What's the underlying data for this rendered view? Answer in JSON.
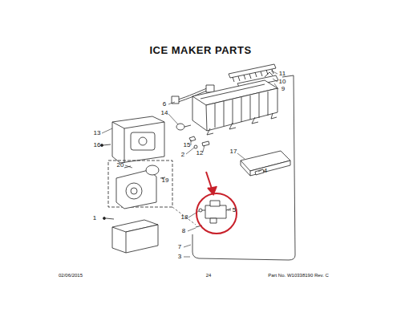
{
  "diagram": {
    "title": "ICE MAKER PARTS",
    "labels": [
      "11",
      "10",
      "9",
      "6",
      "14",
      "13",
      "16",
      "15",
      "12",
      "2",
      "17",
      "4",
      "20",
      "19",
      "5",
      "1",
      "18",
      "8",
      "7",
      "3",
      "02/06/2015",
      "24",
      "Part No. W10338190 Rev. C"
    ]
  }
}
